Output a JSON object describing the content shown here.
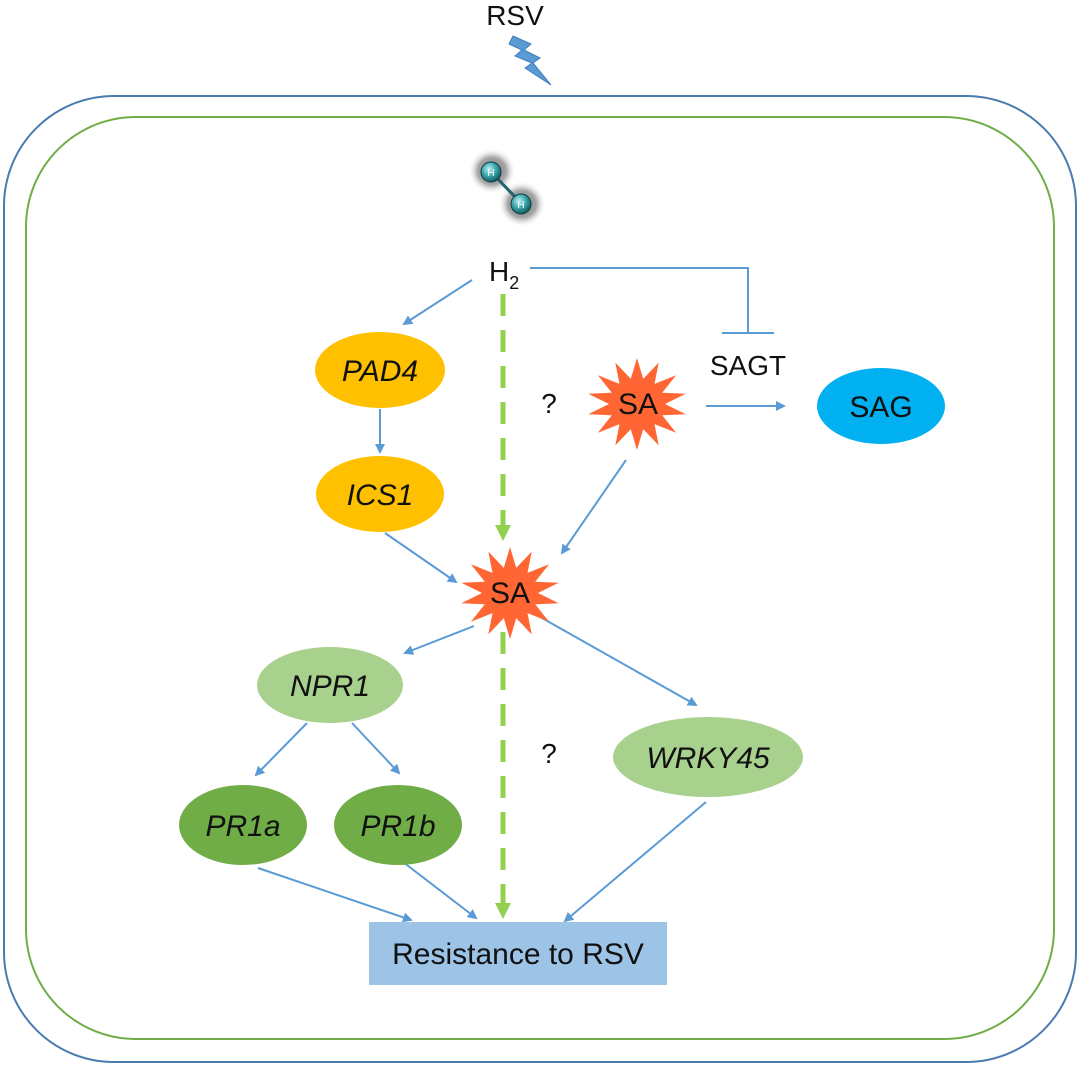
{
  "labels": {
    "virus": "RSV",
    "molecule_symbol": "H",
    "molecule_subscript": "2",
    "sagt": "SAGT",
    "question_top": "?",
    "question_bottom": "?",
    "atom_label": "H"
  },
  "nodes": {
    "pad4": {
      "label": "PAD4",
      "color": "#FFC000"
    },
    "ics1": {
      "label": "ICS1",
      "color": "#FFC000"
    },
    "sa_top": {
      "label": "SA",
      "color": "#FF6633"
    },
    "sa_center": {
      "label": "SA",
      "color": "#FF6633"
    },
    "sag": {
      "label": "SAG",
      "color": "#00B0F0"
    },
    "npr1": {
      "label": "NPR1",
      "color": "#A9D18E"
    },
    "wrky45": {
      "label": "WRKY45",
      "color": "#A9D18E"
    },
    "pr1a": {
      "label": "PR1a",
      "color": "#70AD47"
    },
    "pr1b": {
      "label": "PR1b",
      "color": "#70AD47"
    },
    "resistance": {
      "label": "Resistance to RSV",
      "color": "#9DC3E6"
    }
  },
  "colors": {
    "outer_membrane": "#4A7BB0",
    "inner_membrane": "#70AD47",
    "arrow": "#5B9BD5",
    "dashed_arrow": "#92D050",
    "lightning": "#5B9BD5"
  }
}
